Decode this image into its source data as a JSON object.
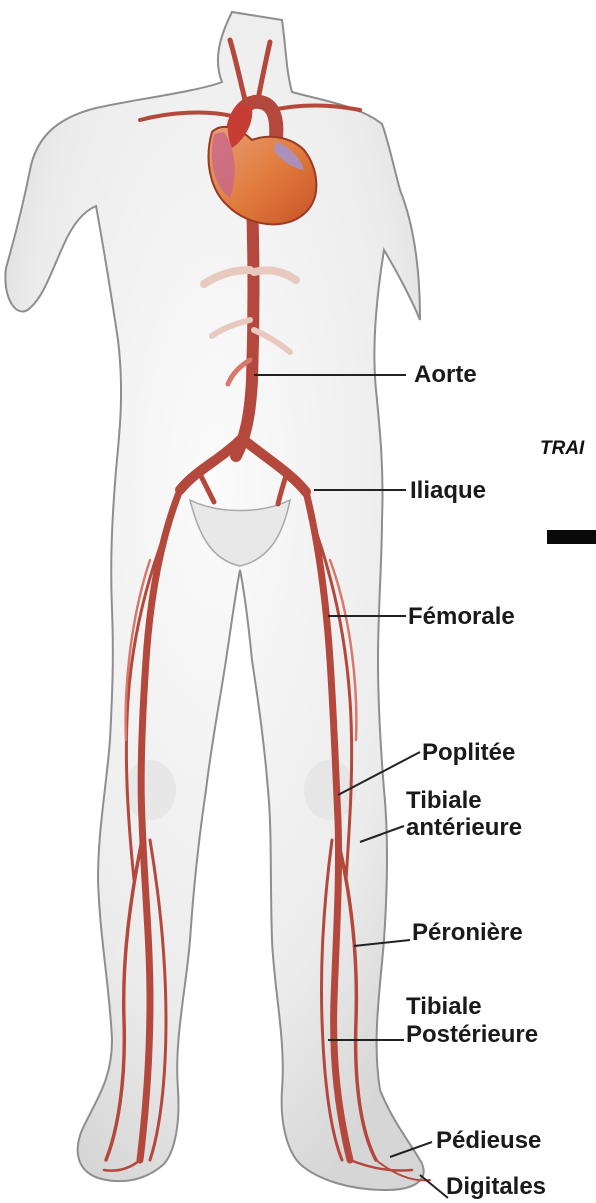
{
  "labels": {
    "aorte": "Aorte",
    "iliaque": "Iliaque",
    "femorale": "Fémorale",
    "poplitee": "Poplitée",
    "tibiale_anterieure_1": "Tibiale",
    "tibiale_anterieure_2": "antérieure",
    "peroniere": "Péronière",
    "tibiale_posterieure_1": "Tibiale",
    "tibiale_posterieure_2": "Postérieure",
    "pedieuse": "Pédieuse",
    "digitales": "Digitales"
  },
  "cut_text": "TRAI",
  "colors": {
    "artery": "#b5483c",
    "artery_light": "#d8776b",
    "body_fill": "#eeeeee",
    "body_outline": "#8e8e8e",
    "leader_line": "#222222"
  }
}
